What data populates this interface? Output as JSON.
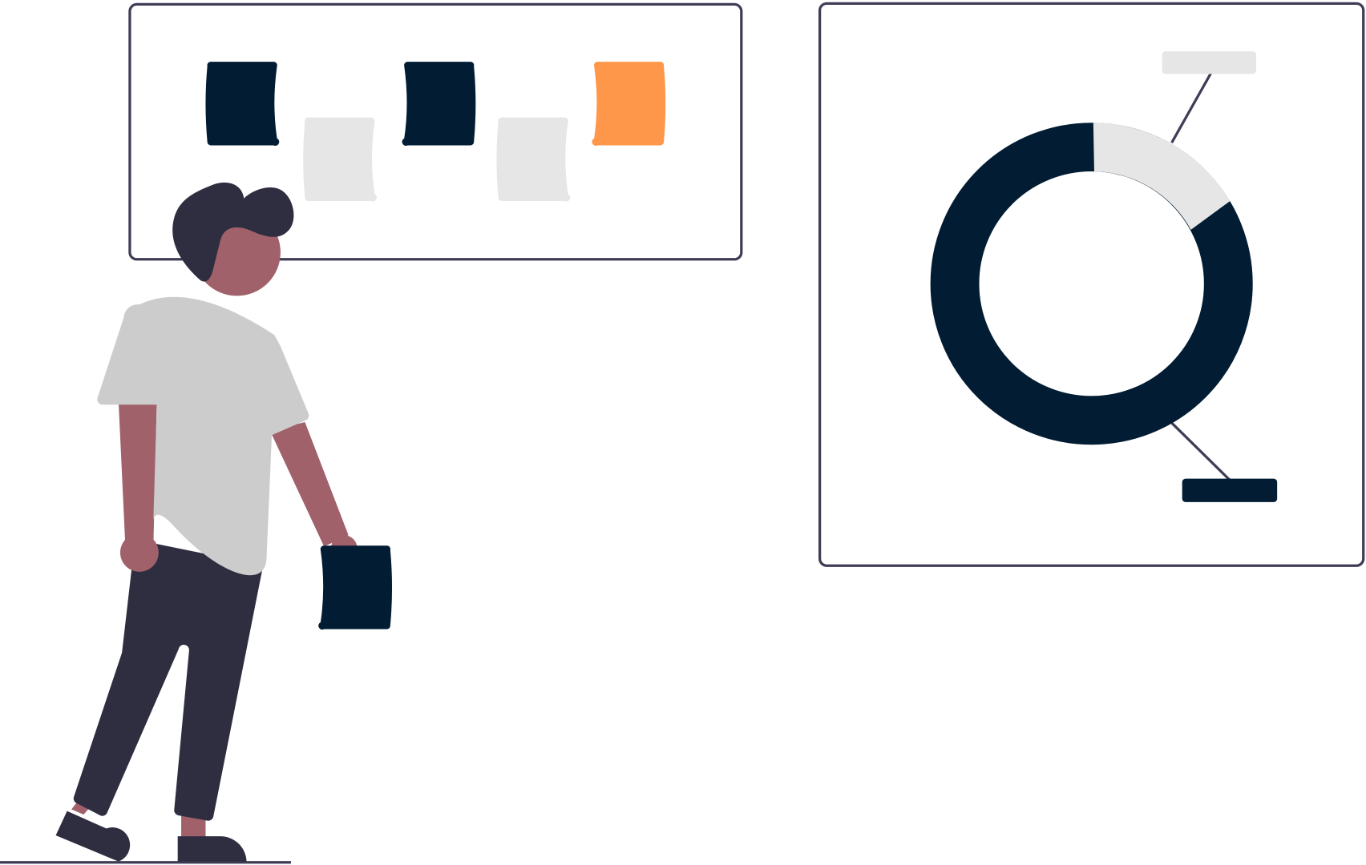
{
  "colors": {
    "dark_navy": "#021c33",
    "accent_orange": "#ff974b",
    "light_gray": "#e6e6e6",
    "frame": "#3f3d56",
    "skin": "#a0616a",
    "hair_pants": "#2f2e41",
    "shirt": "#cccccc"
  },
  "donut": {
    "light_segment_fraction": 0.16,
    "dark_segment_fraction": 0.84
  },
  "icons": [
    "kanban-board-illustration",
    "donut-chart-panel",
    "person-holding-card"
  ]
}
